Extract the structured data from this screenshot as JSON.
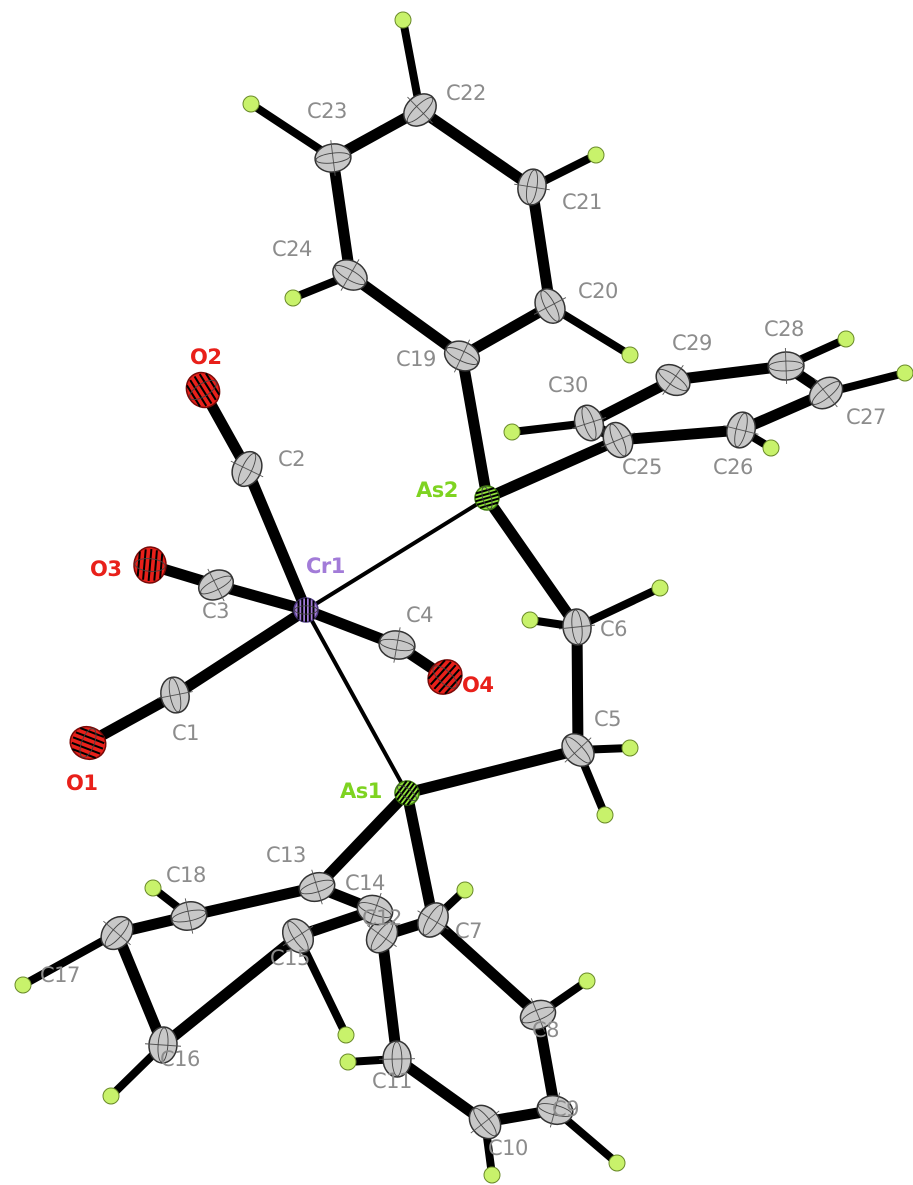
{
  "diagram": {
    "title": "",
    "colors": {
      "carbon": "#c8c8c8",
      "hydrogen": "#c8f26b",
      "oxygen": "#e8201a",
      "arsenic": "#8fe03a",
      "chromium": "#a27bd8",
      "bond": "#000000"
    },
    "atom_labels": {
      "Cr1": "Cr1",
      "As1": "As1",
      "As2": "As2",
      "O1": "O1",
      "O2": "O2",
      "O3": "O3",
      "O4": "O4",
      "C1": "C1",
      "C2": "C2",
      "C3": "C3",
      "C4": "C4",
      "C5": "C5",
      "C6": "C6",
      "C7": "C7",
      "C8": "C8",
      "C9": "C9",
      "C10": "C10",
      "C11": "C11",
      "C12": "C12",
      "C13": "C13",
      "C14": "C14",
      "C15": "C15",
      "C16": "C16",
      "C17": "C17",
      "C18": "C18",
      "C19": "C19",
      "C20": "C20",
      "C21": "C21",
      "C22": "C22",
      "C23": "C23",
      "C24": "C24",
      "C25": "C25",
      "C26": "C26",
      "C27": "C27",
      "C28": "C28",
      "C29": "C29",
      "C30": "C30"
    },
    "bonds": [
      [
        "Cr1",
        "As1"
      ],
      [
        "Cr1",
        "As2"
      ],
      [
        "Cr1",
        "C1"
      ],
      [
        "Cr1",
        "C2"
      ],
      [
        "Cr1",
        "C3"
      ],
      [
        "Cr1",
        "C4"
      ],
      [
        "C1",
        "O1"
      ],
      [
        "C2",
        "O2"
      ],
      [
        "C3",
        "O3"
      ],
      [
        "C4",
        "O4"
      ],
      [
        "As2",
        "C19"
      ],
      [
        "As2",
        "C25"
      ],
      [
        "As2",
        "C6"
      ],
      [
        "C6",
        "C5"
      ],
      [
        "C5",
        "As1"
      ],
      [
        "As1",
        "C13"
      ],
      [
        "As1",
        "C7"
      ],
      [
        "C19",
        "C20"
      ],
      [
        "C20",
        "C21"
      ],
      [
        "C21",
        "C22"
      ],
      [
        "C22",
        "C23"
      ],
      [
        "C23",
        "C24"
      ],
      [
        "C24",
        "C19"
      ],
      [
        "C25",
        "C26"
      ],
      [
        "C26",
        "C27"
      ],
      [
        "C27",
        "C28"
      ],
      [
        "C28",
        "C29"
      ],
      [
        "C29",
        "C30"
      ],
      [
        "C30",
        "C25"
      ],
      [
        "C13",
        "C14"
      ],
      [
        "C14",
        "C15"
      ],
      [
        "C15",
        "C16"
      ],
      [
        "C16",
        "C17"
      ],
      [
        "C17",
        "C18"
      ],
      [
        "C18",
        "C13"
      ],
      [
        "C7",
        "C8"
      ],
      [
        "C8",
        "C9"
      ],
      [
        "C9",
        "C10"
      ],
      [
        "C10",
        "C11"
      ],
      [
        "C11",
        "C12"
      ],
      [
        "C12",
        "C7"
      ]
    ]
  }
}
